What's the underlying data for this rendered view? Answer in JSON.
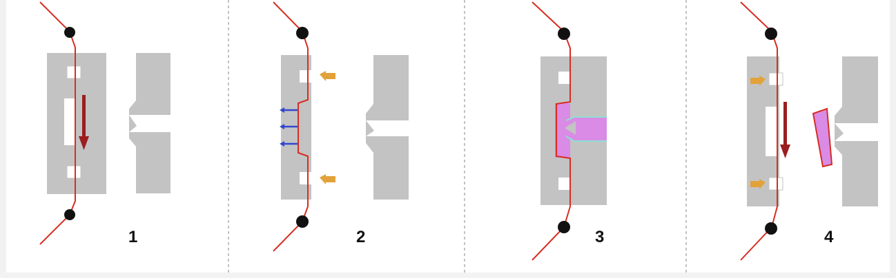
{
  "steps": [
    {
      "label": "1"
    },
    {
      "label": "2"
    },
    {
      "label": "3"
    },
    {
      "label": "4"
    }
  ],
  "colors": {
    "film": "#d62d20",
    "pin": "#111111",
    "mold": "#c3c3c3",
    "cavity": "#ffffff",
    "down_arrow": "#9b1e1e",
    "push_arrow": "#e2a23a",
    "vacuum_arrow": "#3346cf",
    "melt": "#d98be6",
    "melt_edge": "#8fe0d0",
    "divider": "#9a9a9a"
  },
  "icons": [
    "down-arrow-icon",
    "push-arrow-icon",
    "vacuum-arrow-icon"
  ]
}
